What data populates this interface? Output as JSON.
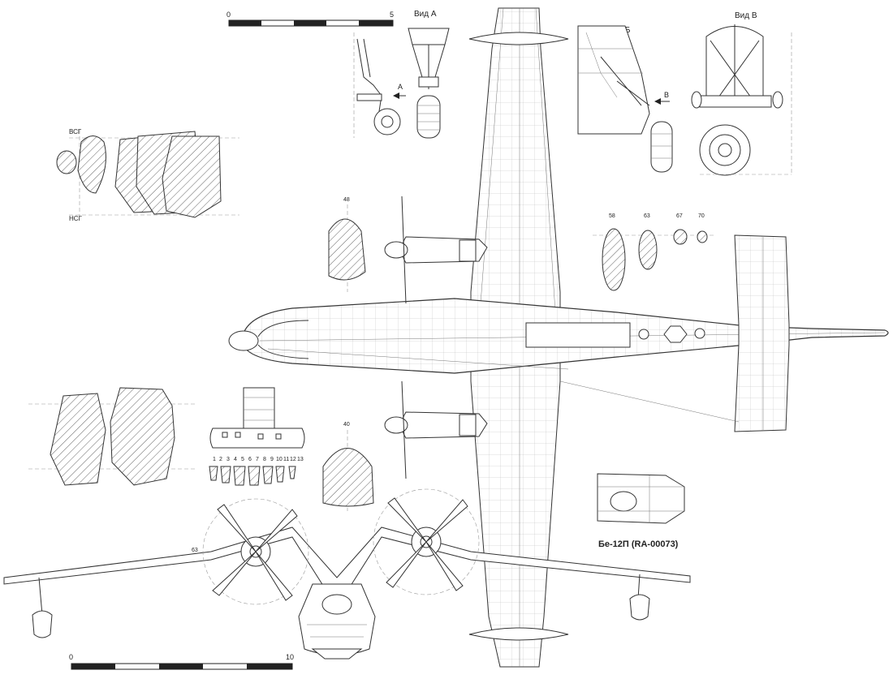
{
  "scale_top": {
    "start": "0",
    "end": "5"
  },
  "scale_bottom": {
    "start": "0",
    "end": "10"
  },
  "view_a_title": "Вид А",
  "view_a_arrow": "А",
  "section_bb_title": "Б-Б",
  "section_bb_arrow": "В",
  "view_v_title": "Вид В",
  "hull_section_labels": {
    "upper": "ВСГ",
    "lower": "НСГ"
  },
  "station_labels": {
    "s48": "48",
    "s40": "40",
    "s63": "63"
  },
  "fin_section_labels": [
    "58",
    "63",
    "67",
    "70"
  ],
  "float_section_labels": [
    "1",
    "2",
    "3",
    "4",
    "5",
    "6",
    "7",
    "8",
    "9",
    "10",
    "11",
    "12",
    "13"
  ],
  "aircraft_caption": "Бе-12П (RA-00073)"
}
